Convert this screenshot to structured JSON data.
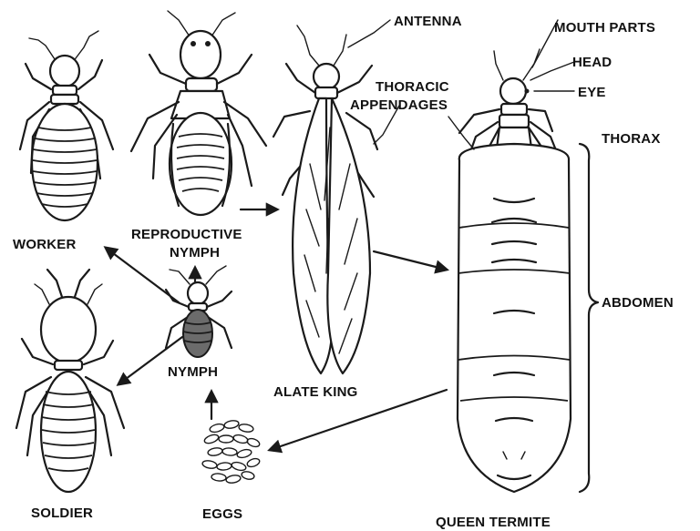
{
  "diagram": {
    "labels": {
      "worker": "WORKER",
      "reproductive_nymph_line1": "REPRODUCTIVE",
      "reproductive_nymph_line2": "NYMPH",
      "nymph": "NYMPH",
      "soldier": "SOLDIER",
      "eggs": "EGGS",
      "alate_king": "ALATE KING",
      "queen_termite": "QUEEN TERMITE",
      "antenna": "ANTENNA",
      "mouth_parts": "MOUTH PARTS",
      "head": "HEAD",
      "eye": "EYE",
      "thoracic_line1": "THORACIC",
      "thoracic_line2": "APPENDAGES",
      "thorax": "THORAX",
      "abdomen": "ABDOMEN"
    },
    "ink_color": "#1a1a1a",
    "nymph_abdomen_shade": "#6b6b6b"
  }
}
